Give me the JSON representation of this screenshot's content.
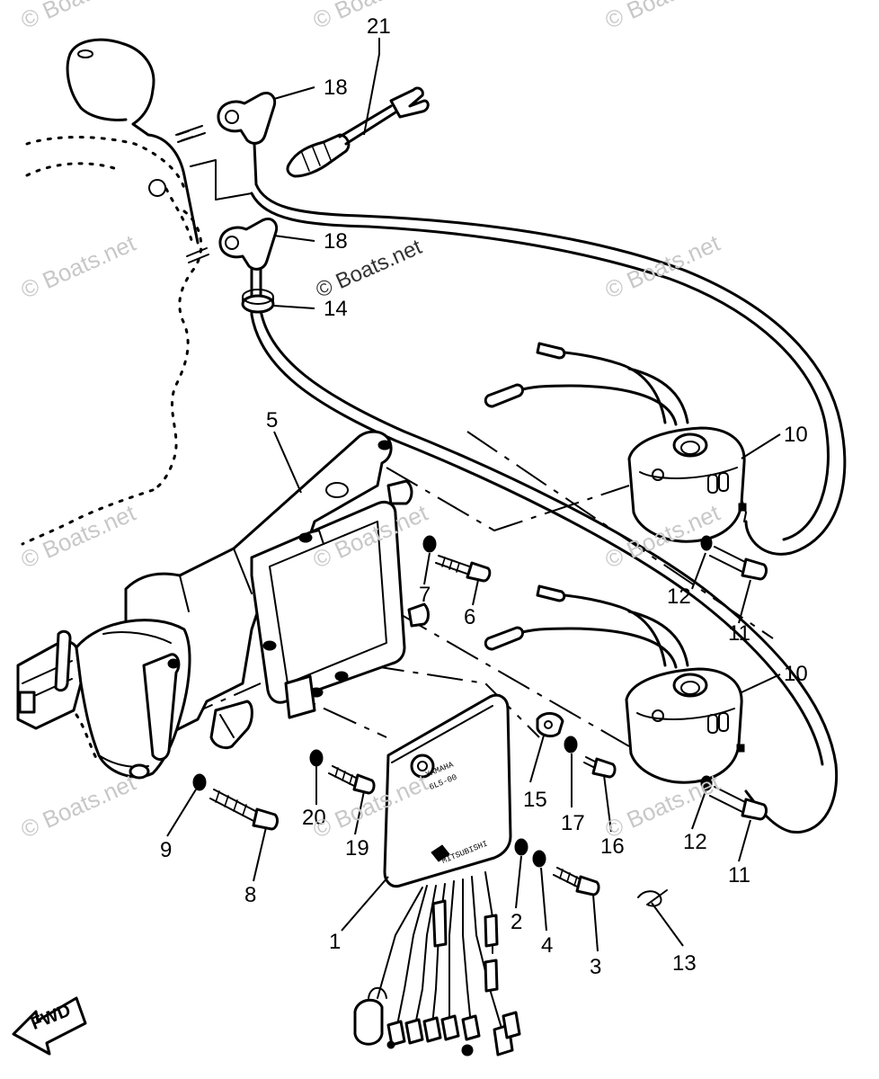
{
  "watermark": "© Boats.net",
  "part_labels": {
    "p1": "1",
    "p2": "2",
    "p3": "3",
    "p4": "4",
    "p5": "5",
    "p6": "6",
    "p7": "7",
    "p8": "8",
    "p9": "9",
    "p10a": "10",
    "p10b": "10",
    "p11a": "11",
    "p11b": "11",
    "p12a": "12",
    "p12b": "12",
    "p13": "13",
    "p14": "14",
    "p15": "15",
    "p16": "16",
    "p17": "17",
    "p18a": "18",
    "p18b": "18",
    "p19": "19",
    "p20": "20",
    "p21": "21"
  },
  "direction_label": "FWD",
  "cdi_marking_top": "YAMAHA",
  "cdi_marking_code": "6L5-00",
  "cdi_marking_bottom": "MITSUBISHI"
}
